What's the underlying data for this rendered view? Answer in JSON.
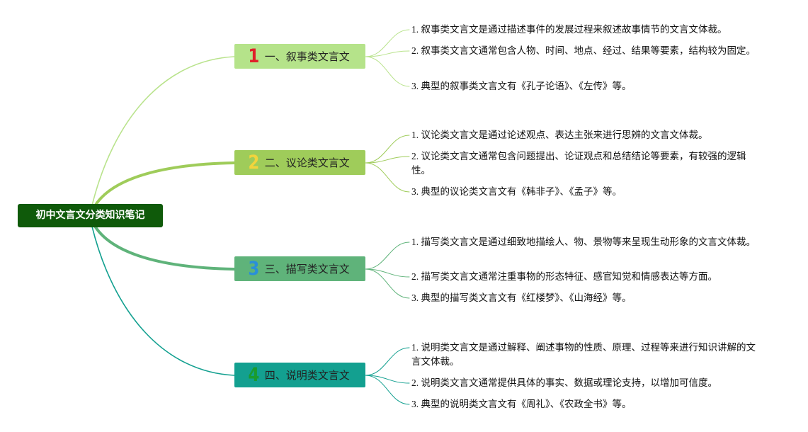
{
  "root": {
    "label": "初中文言文分类知识笔记"
  },
  "colors": {
    "root": "#0f5a0a",
    "branch_fills": [
      "#b5e38a",
      "#9fcc5a",
      "#5fb37a",
      "#13a090"
    ],
    "edge_colors": [
      "#b9e38c",
      "#9fcc5a",
      "#5fb37a",
      "#13a090"
    ],
    "number_colors": [
      "#e0202a",
      "#f2d43c",
      "#2a8fd8",
      "#1a9c2e"
    ]
  },
  "branches": [
    {
      "number": "1",
      "label": "一、叙事类文言文",
      "items": [
        "1. 叙事类文言文是通过描述事件的发展过程来叙述故事情节的文言文体裁。",
        "2. 叙事类文言文通常包含人物、时间、地点、经过、结果等要素，结构较为固定。",
        "3. 典型的叙事类文言文有《孔子论语》、《左传》等。"
      ]
    },
    {
      "number": "2",
      "label": "二、议论类文言文",
      "items": [
        "1. 议论类文言文是通过论述观点、表达主张来进行思辨的文言文体裁。",
        "2. 议论类文言文通常包含问题提出、论证观点和总结结论等要素，有较强的逻辑性。",
        "3. 典型的议论类文言文有《韩非子》、《孟子》等。"
      ]
    },
    {
      "number": "3",
      "label": "三、描写类文言文",
      "items": [
        "1. 描写类文言文是通过细致地描绘人、物、景物等来呈现生动形象的文言文体裁。",
        "2. 描写类文言文通常注重事物的形态特征、感官知觉和情感表达等方面。",
        "3. 典型的描写类文言文有《红楼梦》、《山海经》等。"
      ]
    },
    {
      "number": "4",
      "label": "四、说明类文言文",
      "items": [
        "1. 说明类文言文是通过解释、阐述事物的性质、原理、过程等来进行知识讲解的文言文体裁。",
        "2. 说明类文言文通常提供具体的事实、数据或理论支持，以增加可信度。",
        "3. 典型的说明类文言文有《周礼》、《农政全书》等。"
      ]
    }
  ]
}
